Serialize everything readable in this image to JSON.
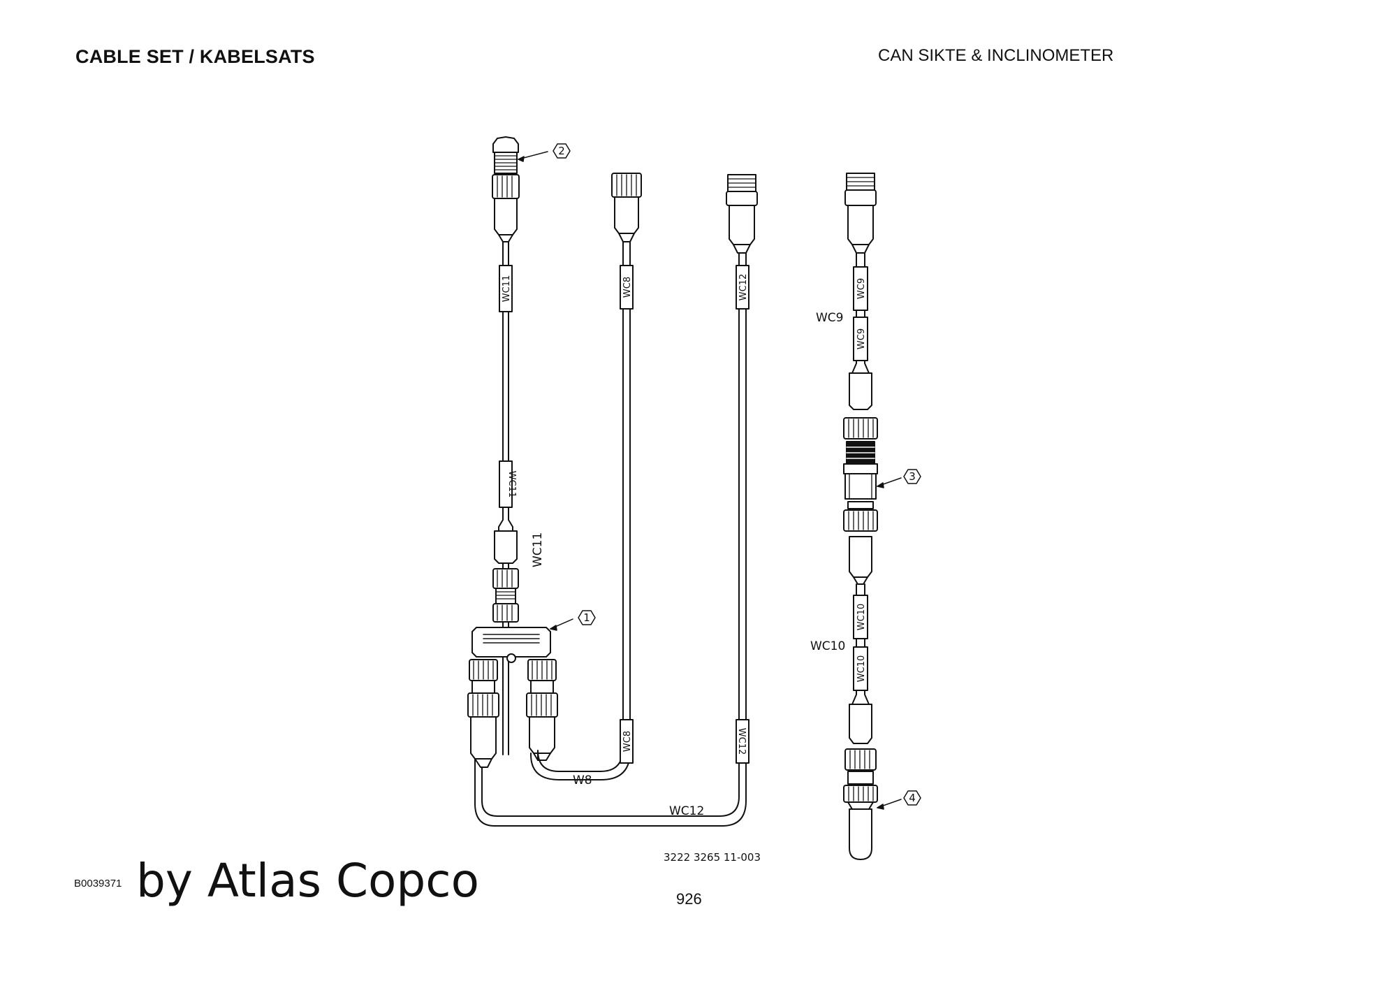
{
  "header": {
    "title": "CABLE SET / KABELSATS",
    "subtitle": "CAN SIKTE & INCLINOMETER"
  },
  "footer": {
    "doc_id": "B0039371",
    "brand": "by Atlas Copco",
    "page_number": "926"
  },
  "drawing": {
    "part_number": "3222 3265 11-003",
    "cable_labels": {
      "wc11": "WC11",
      "wc8": "WC8",
      "wc12": "WC12",
      "wc9": "WC9",
      "wc10": "WC10",
      "w8": "W8"
    },
    "callouts": [
      "1",
      "2",
      "3",
      "4"
    ]
  }
}
